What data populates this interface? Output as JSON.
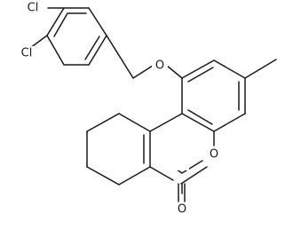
{
  "molecule": {
    "atoms": {
      "cl1": "Cl",
      "cl2": "Cl",
      "o_ether": "O",
      "o_ring": "O",
      "o_carbonyl": "O"
    }
  },
  "colors": {
    "bond": "#1a1a1a",
    "background": "#ffffff"
  }
}
